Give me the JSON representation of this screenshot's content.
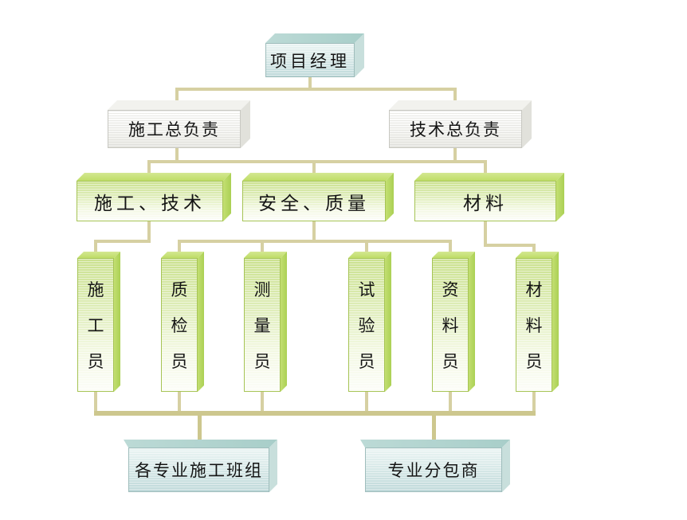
{
  "palette": {
    "background": "#ffffff",
    "teal_box_face": "#d8e9e8",
    "white_box_face": "#f4f4f1",
    "green_box_face": "#cbe18f",
    "connector": "#d6d0a2",
    "connector_bottom": "#cdc78e",
    "text": "#141414"
  },
  "org": {
    "level1": {
      "label": "项目经理",
      "style": "teal"
    },
    "level2": [
      {
        "label": "施工总负责",
        "style": "white"
      },
      {
        "label": "技术总负责",
        "style": "white"
      }
    ],
    "level3": [
      {
        "label": "施工、技术",
        "style": "green"
      },
      {
        "label": "安全、质量",
        "style": "green"
      },
      {
        "label": "材料",
        "style": "green"
      }
    ],
    "level4": [
      {
        "label": "施工员",
        "style": "green"
      },
      {
        "label": "质检员",
        "style": "green"
      },
      {
        "label": "测量员",
        "style": "green"
      },
      {
        "label": "试验员",
        "style": "green"
      },
      {
        "label": "资料员",
        "style": "green"
      },
      {
        "label": "材料员",
        "style": "green"
      }
    ],
    "level5": [
      {
        "label": "各专业施工班组",
        "style": "teal"
      },
      {
        "label": "专业分包商",
        "style": "teal"
      }
    ],
    "edges": [
      {
        "parents": [
          "项目经理"
        ],
        "children": [
          "施工总负责",
          "技术总负责"
        ]
      },
      {
        "parents": [
          "施工总负责",
          "技术总负责"
        ],
        "children": [
          "施工、技术",
          "安全、质量",
          "材料"
        ]
      },
      {
        "parents": [
          "施工、技术"
        ],
        "children": [
          "施工员"
        ]
      },
      {
        "parents": [
          "安全、质量"
        ],
        "children": [
          "质检员",
          "测量员",
          "试验员",
          "资料员"
        ]
      },
      {
        "parents": [
          "材料"
        ],
        "children": [
          "材料员"
        ]
      },
      {
        "parents": [
          "施工员",
          "质检员",
          "测量员",
          "试验员",
          "资料员",
          "材料员"
        ],
        "children": [
          "各专业施工班组",
          "专业分包商"
        ]
      }
    ]
  }
}
